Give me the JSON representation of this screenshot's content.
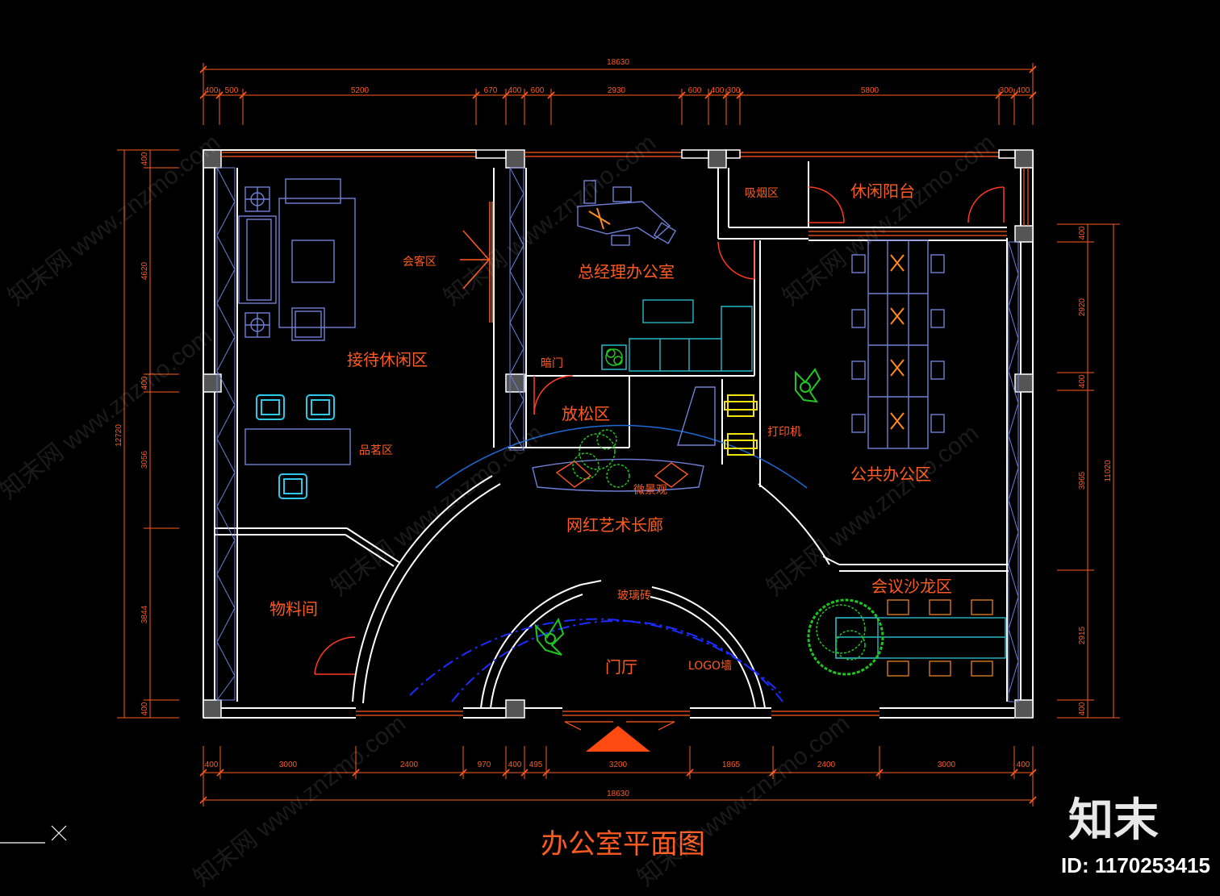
{
  "drawing_title": "办公室平面图",
  "watermark": {
    "brand": "知末",
    "id": "ID: 1170253415",
    "diagonal": "知末网 www.znzmo.com"
  },
  "rooms": {
    "reception_lounge": "接待休闲区",
    "guest_area": "会客区",
    "tea_area": "品茗区",
    "gm_office": "总经理办公室",
    "smoking": "吸烟区",
    "balcony": "休闲阳台",
    "hidden_door": "暗门",
    "relax": "放松区",
    "printer": "打印机",
    "open_office": "公共办公区",
    "micro_landscape": "微景观",
    "art_corridor": "网红艺术长廊",
    "meeting_salon": "会议沙龙区",
    "storage": "物料间",
    "glass_brick": "玻璃砖",
    "lobby": "门厅",
    "logo_wall": "LOGO墙"
  },
  "dimensions": {
    "top_total": "18630",
    "top_segments": [
      "400",
      "500",
      "5200",
      "670",
      "400",
      "600",
      "2930",
      "600",
      "400",
      "300",
      "5800",
      "300",
      "400"
    ],
    "bottom_total": "18630",
    "bottom_segments": [
      "400",
      "3000",
      "2400",
      "970",
      "400",
      "495",
      "3200",
      "1865",
      "2400",
      "3000",
      "400"
    ],
    "left_total": "12720",
    "left_segments": [
      "400",
      "4620",
      "400",
      "3056",
      "3844",
      "400"
    ],
    "right_total": "11020",
    "right_segments": [
      "400",
      "2920",
      "400",
      "3965",
      "2915",
      "400"
    ]
  },
  "colors": {
    "background": "#000000",
    "wall": "#ffffff",
    "dimension": "#ff5a1f",
    "furniture": "#6f7fd6",
    "corridor_arc": "#1b2cff",
    "plant": "#22c422",
    "printer": "#f1e212",
    "chair": "#2ec8e8"
  }
}
